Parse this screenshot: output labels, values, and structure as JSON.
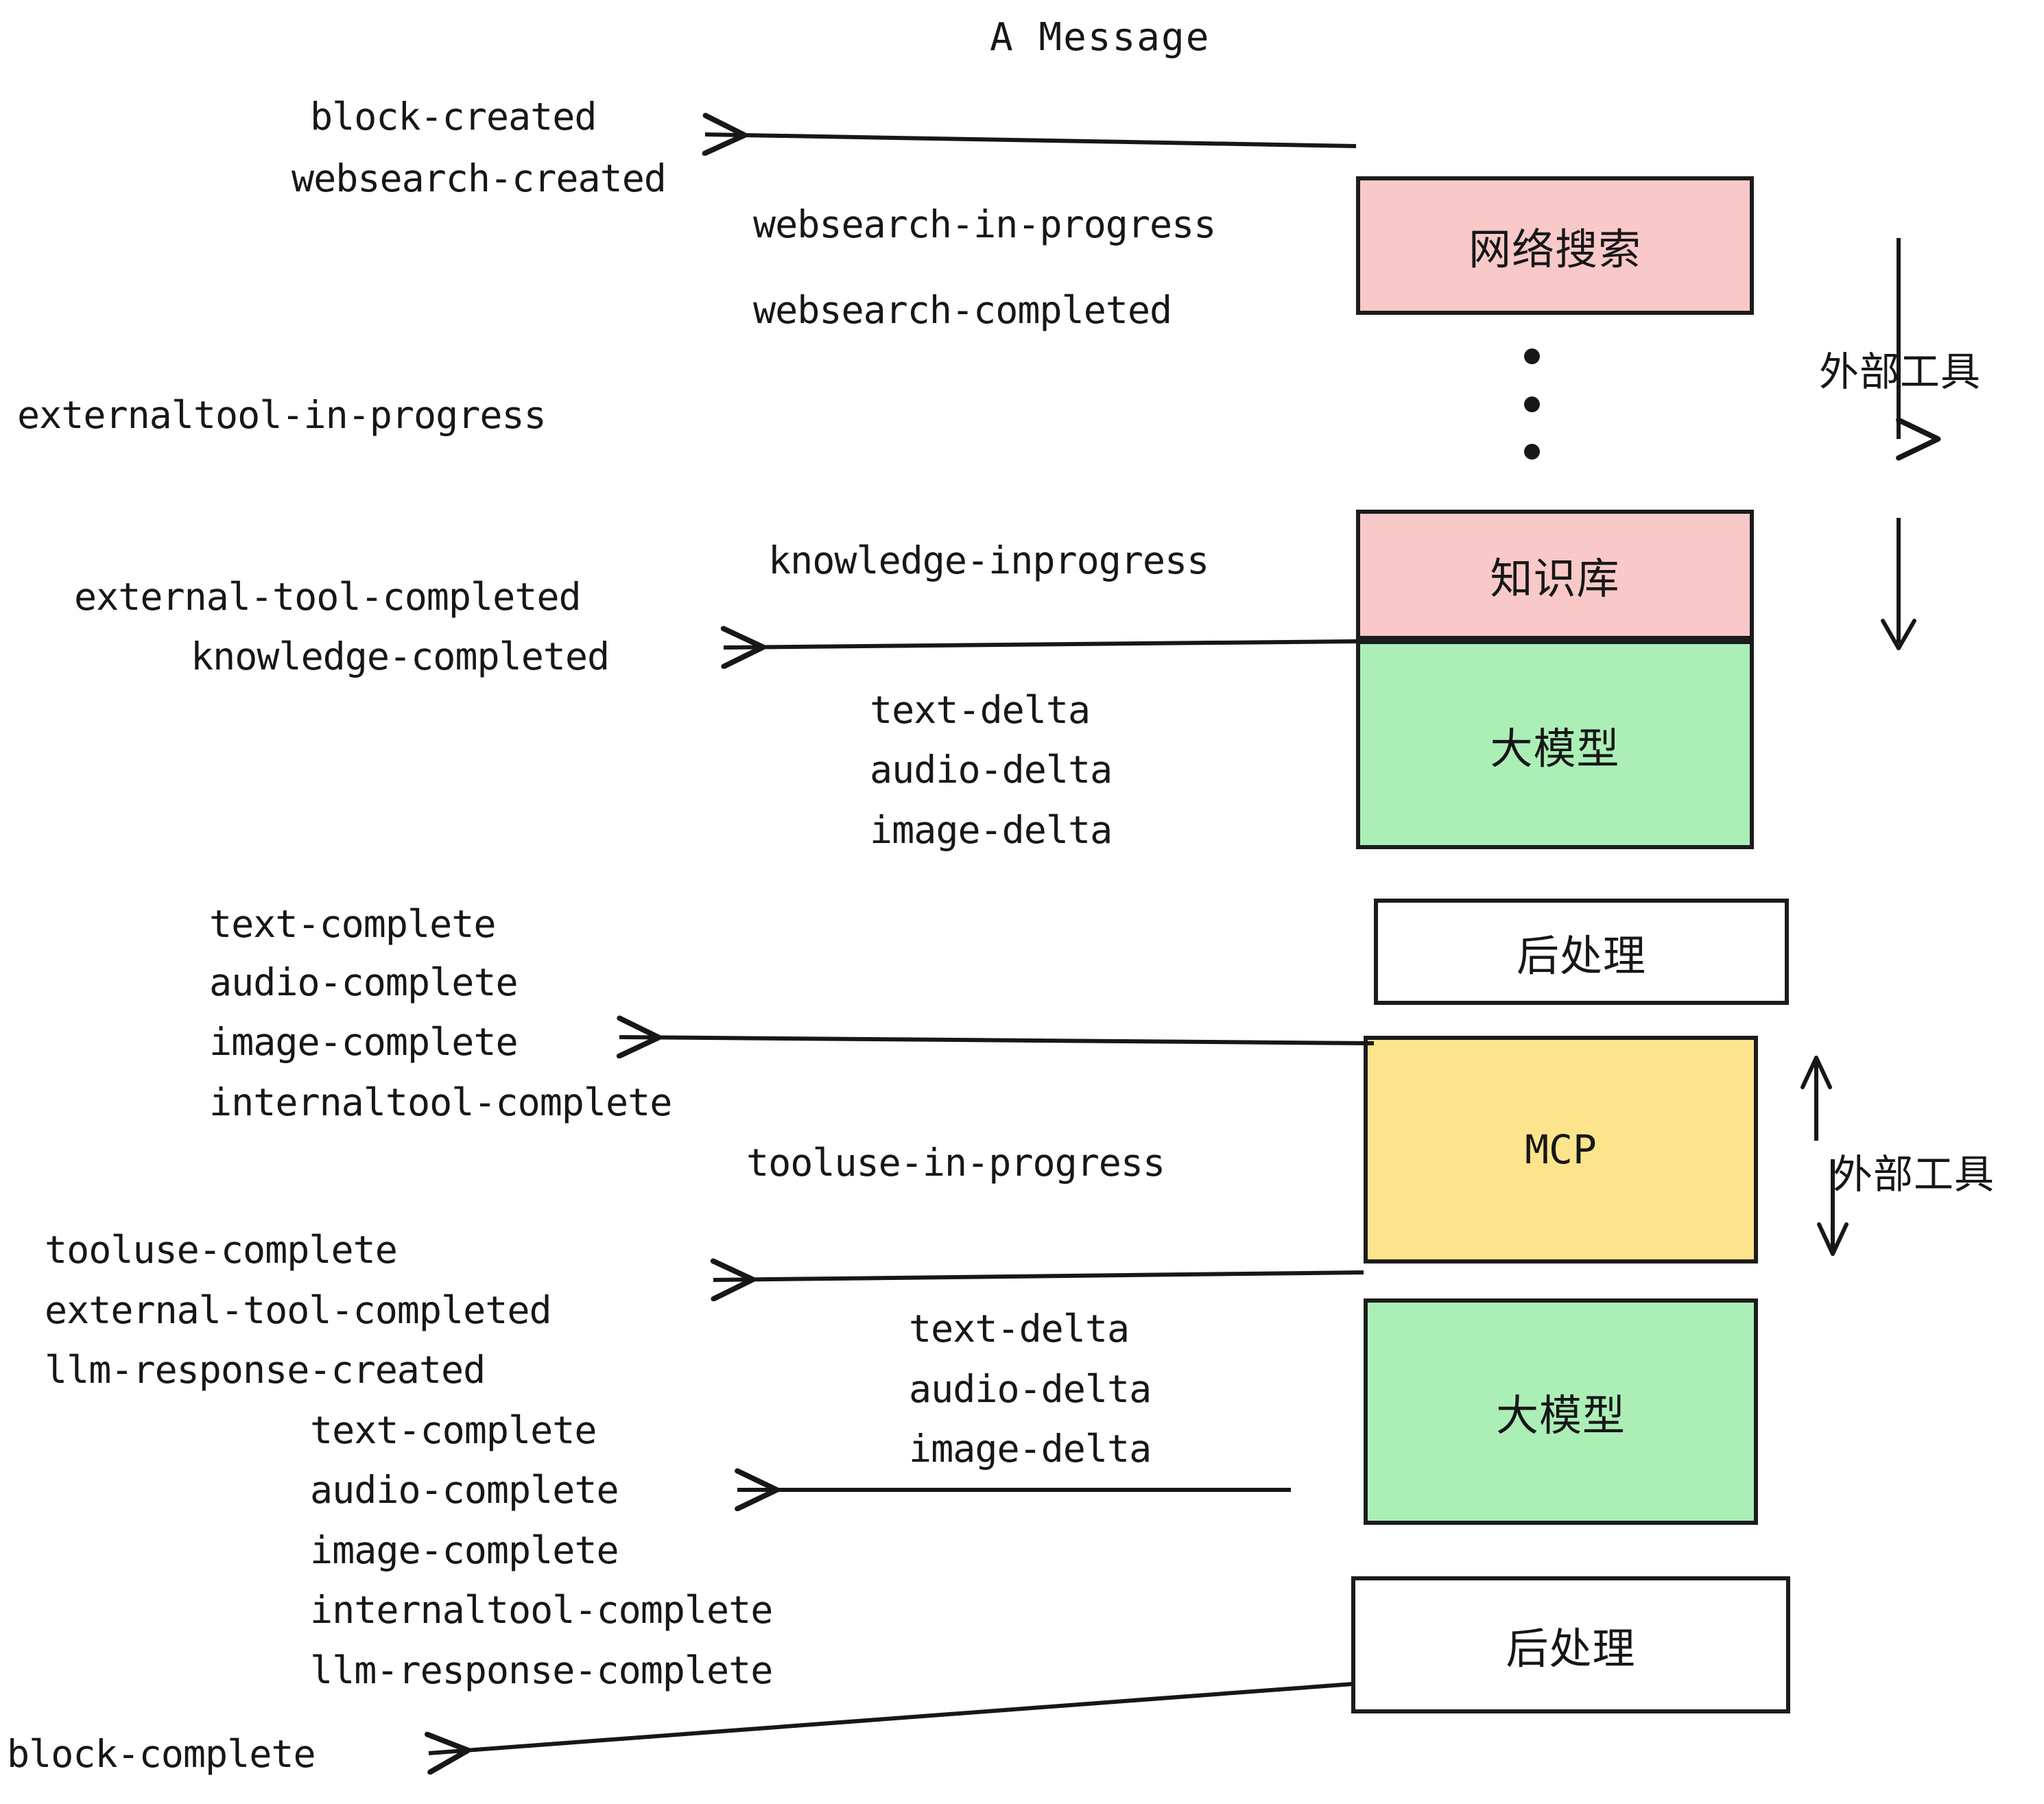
{
  "title": "A Message",
  "boxes": [
    {
      "id": "websearch",
      "label": "网络搜索",
      "color": "#f9c9c9"
    },
    {
      "id": "knowledge",
      "label": "知识库",
      "color": "#f9c9c9"
    },
    {
      "id": "llm-top",
      "label": "大模型",
      "color": "#abefb7"
    },
    {
      "id": "postprocess-top",
      "label": "后处理",
      "color": "#ffffff"
    },
    {
      "id": "mcp",
      "label": "MCP",
      "color": "#fbe48c"
    },
    {
      "id": "llm-bottom",
      "label": "大模型",
      "color": "#abefb7"
    },
    {
      "id": "postprocess-bottom",
      "label": "后处理",
      "color": "#ffffff"
    }
  ],
  "side_labels": [
    {
      "id": "external-tool-top",
      "label": "外部工具"
    },
    {
      "id": "external-tool-bottom",
      "label": "外部工具"
    }
  ],
  "events": {
    "e01": "block-created",
    "e02": "websearch-created",
    "e03": "websearch-in-progress",
    "e04": "websearch-completed",
    "e05": "externaltool-in-progress",
    "e06": "knowledge-inprogress",
    "e07": "external-tool-completed",
    "e08": "knowledge-completed",
    "e09": "text-delta",
    "e10": "audio-delta",
    "e11": "image-delta",
    "e12": "text-complete",
    "e13": "audio-complete",
    "e14": "image-complete",
    "e15": "internaltool-complete",
    "e16": "tooluse-in-progress",
    "e17": "tooluse-complete",
    "e18": "external-tool-completed",
    "e19": "llm-response-created",
    "e20": "text-complete",
    "e21": "audio-complete",
    "e22": "image-complete",
    "e23": "internaltool-complete",
    "e24": "llm-response-complete",
    "e25": "text-delta",
    "e26": "audio-delta",
    "e27": "image-delta",
    "e28": "block-complete"
  },
  "colors": {
    "stroke": "#1c1c1c",
    "pink": "#f9c9c9",
    "green": "#abefb7",
    "yellow": "#fbe48c",
    "white": "#ffffff",
    "text": "#171717"
  }
}
